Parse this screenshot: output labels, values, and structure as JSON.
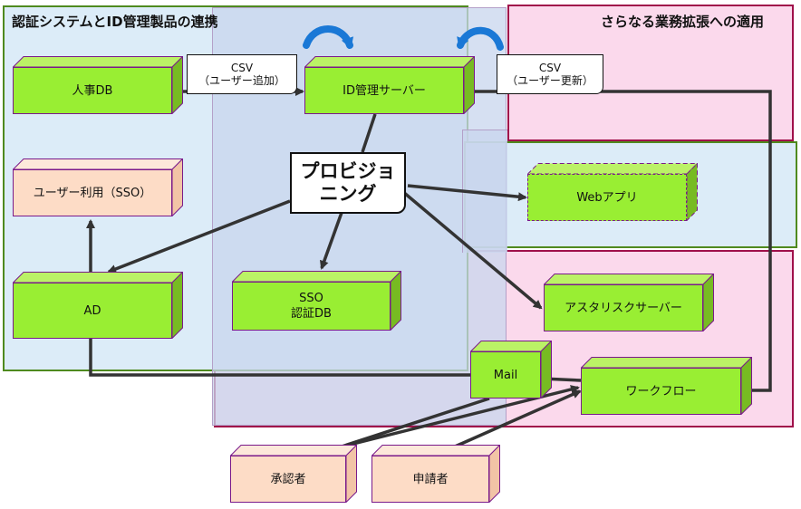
{
  "regions": {
    "auth_title": "認証システムとID管理製品の連携",
    "extension_title": "さらなる業務拡張への適用"
  },
  "nodes": {
    "hr_db": "人事DB",
    "id_server": "ID管理サーバー",
    "user_sso": "ユーザー利用（SSO）",
    "ad": "AD",
    "sso_db_line1": "SSO",
    "sso_db_line2": "認証DB",
    "web_app": "Webアプリ",
    "asterisk": "アスタリスクサーバー",
    "mail": "Mail",
    "workflow": "ワークフロー",
    "approver": "承認者",
    "applicant": "申請者"
  },
  "notes": {
    "csv_add_line1": "CSV",
    "csv_add_line2": "（ユーザー追加）",
    "csv_update_line1": "CSV",
    "csv_update_line2": "（ユーザー更新）",
    "provisioning_line1": "プロビジョ",
    "provisioning_line2": "ニング"
  },
  "colors": {
    "green_box": "#99ee33",
    "green_box_top": "#bbf266",
    "green_box_side": "#77bb22",
    "peach_box": "#fddcc6",
    "box_border": "#7a1a8a",
    "auth_region_fill": "#dcecf8",
    "auth_region_border": "#4f8a1f",
    "id_region_fill": "#cfdcf0",
    "ext_region_fill": "#fbd9ec",
    "ext_region_border": "#a0104a",
    "arrow": "#333333",
    "curved_arrow": "#1a78d6"
  }
}
